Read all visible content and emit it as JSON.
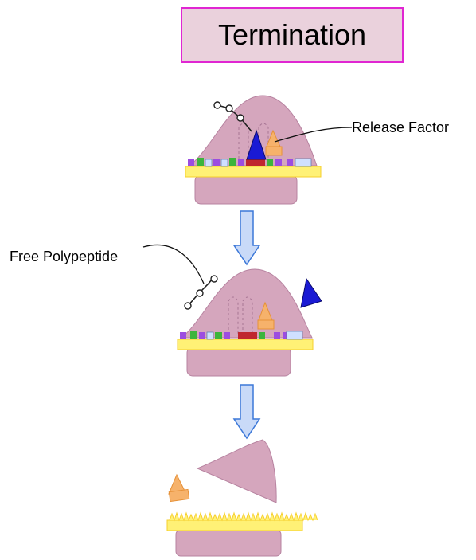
{
  "title": "Termination",
  "labels": {
    "release_factor": "Release Factor",
    "free_polypeptide": "Free Polypeptide"
  },
  "colors": {
    "ribosome": "#d5a6bd",
    "ribosome_stroke": "#b783a0",
    "mrna": "#fff176",
    "mrna_stroke": "#f6cf2c",
    "release_factor": "#1a1ad4",
    "trna": "#f6b26b",
    "arrow_fill": "#c9daf8",
    "arrow_stroke": "#3c78d8",
    "title_bg": "#ead1dc",
    "title_border": "#e026d2"
  },
  "icons": [
    "ribosome-icon",
    "mrna-strand-icon",
    "release-factor-icon",
    "trna-icon",
    "polypeptide-chain-icon",
    "down-arrow-icon"
  ]
}
